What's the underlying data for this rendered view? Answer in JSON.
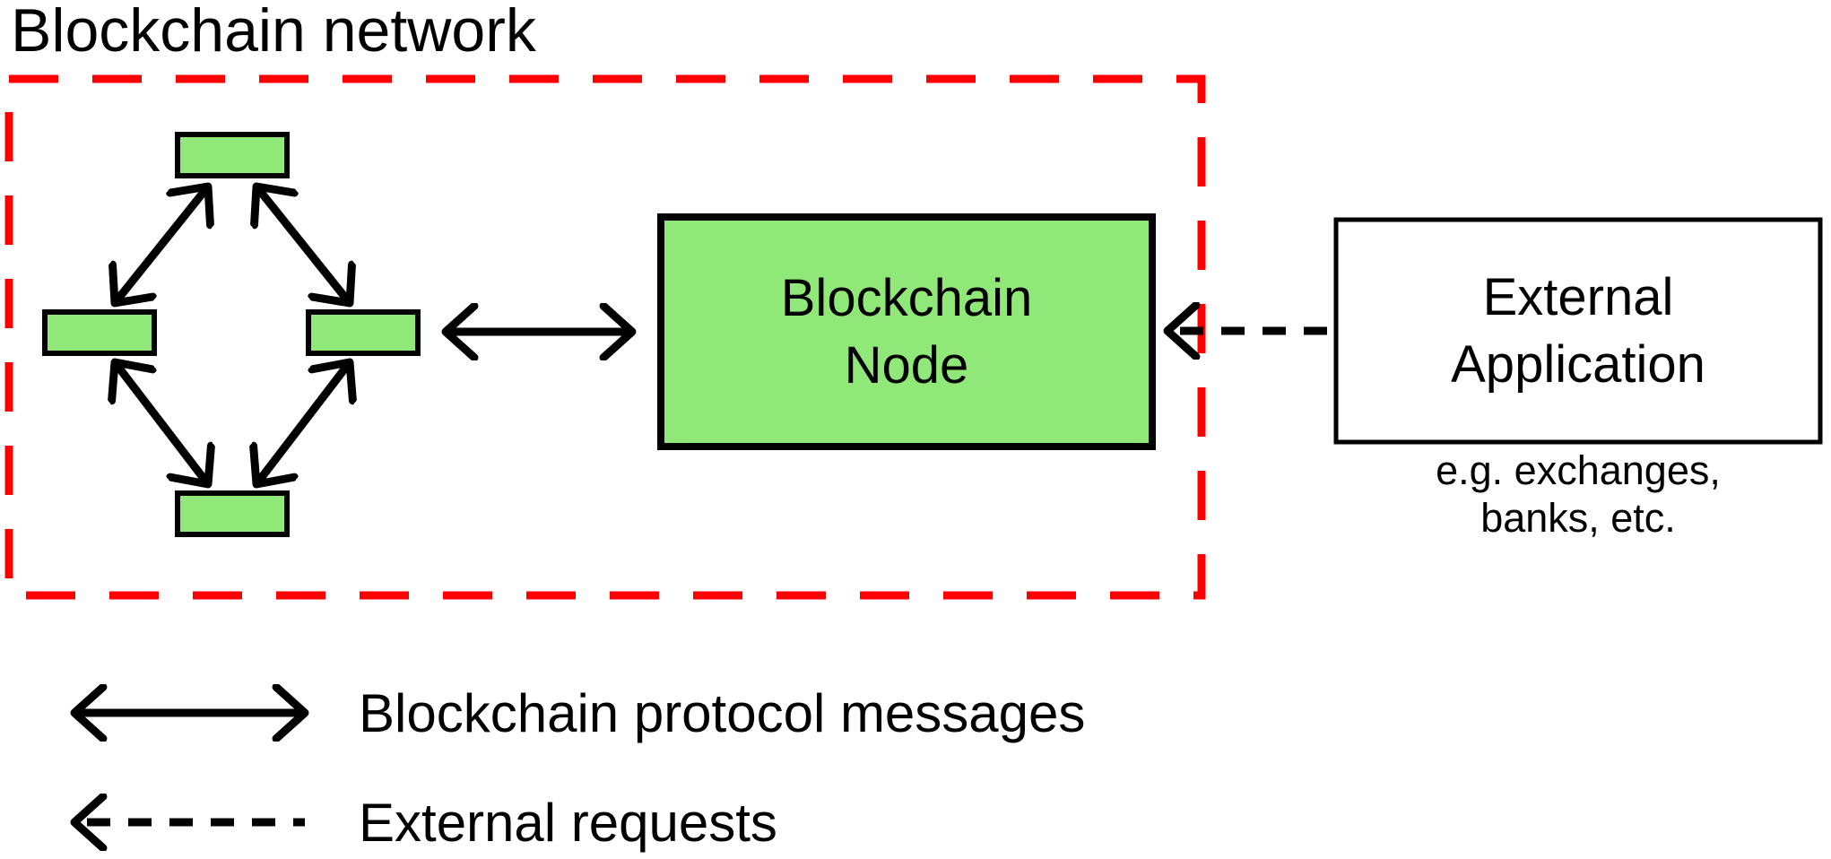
{
  "title": "Blockchain network",
  "boxes": {
    "blockchain_node": {
      "label": "Blockchain\nNode"
    },
    "external_application": {
      "label": "External\nApplication",
      "note": "e.g. exchanges,\nbanks, etc."
    }
  },
  "network": {
    "peer_node_count": 4
  },
  "legend": [
    {
      "symbol": "solid-double-arrow",
      "label": "Blockchain protocol messages"
    },
    {
      "symbol": "dashed-left-arrow",
      "label": "External requests"
    }
  ],
  "colors": {
    "node_fill": "#90E878",
    "outline": "#000000",
    "network_boundary": "#FF0000",
    "background": "#FFFFFF"
  }
}
